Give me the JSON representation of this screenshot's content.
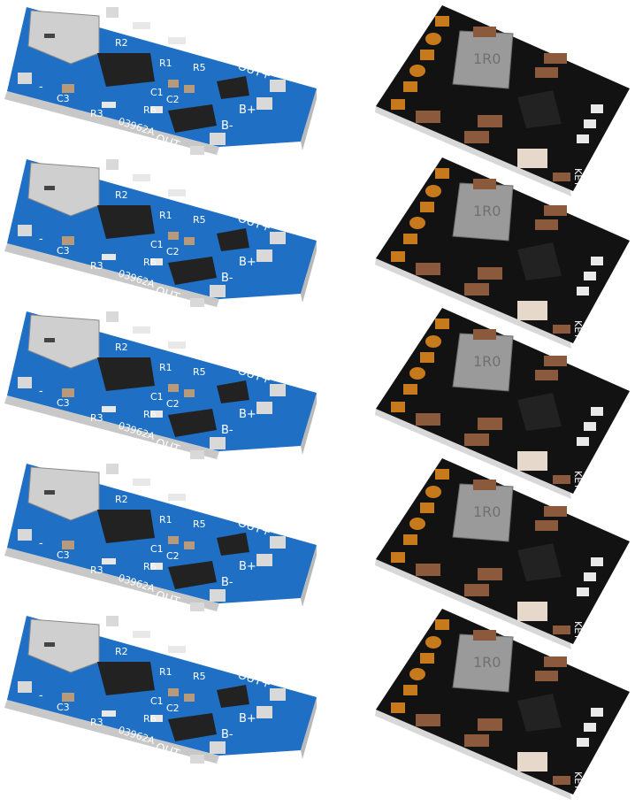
{
  "scene": {
    "background": "#ffffff",
    "blue_board_count": 5,
    "black_board_count": 5
  },
  "blue_board": {
    "color": "#1f6fc4",
    "labels": {
      "plus": "+",
      "minus": "-",
      "r1": "R1",
      "r2": "R2",
      "r3": "R3",
      "r5": "R5",
      "r6": "R6",
      "c1": "C1",
      "c2": "C2",
      "c3": "C3",
      "code": "03962A",
      "out_plus": "OUT+",
      "out_minus": "OUT-",
      "b_plus": "B+",
      "b_minus": "B-"
    }
  },
  "black_board": {
    "color": "#121212",
    "pad_color": "#c77a1c",
    "labels": {
      "key": "KEY",
      "inductor": "1R0"
    }
  }
}
